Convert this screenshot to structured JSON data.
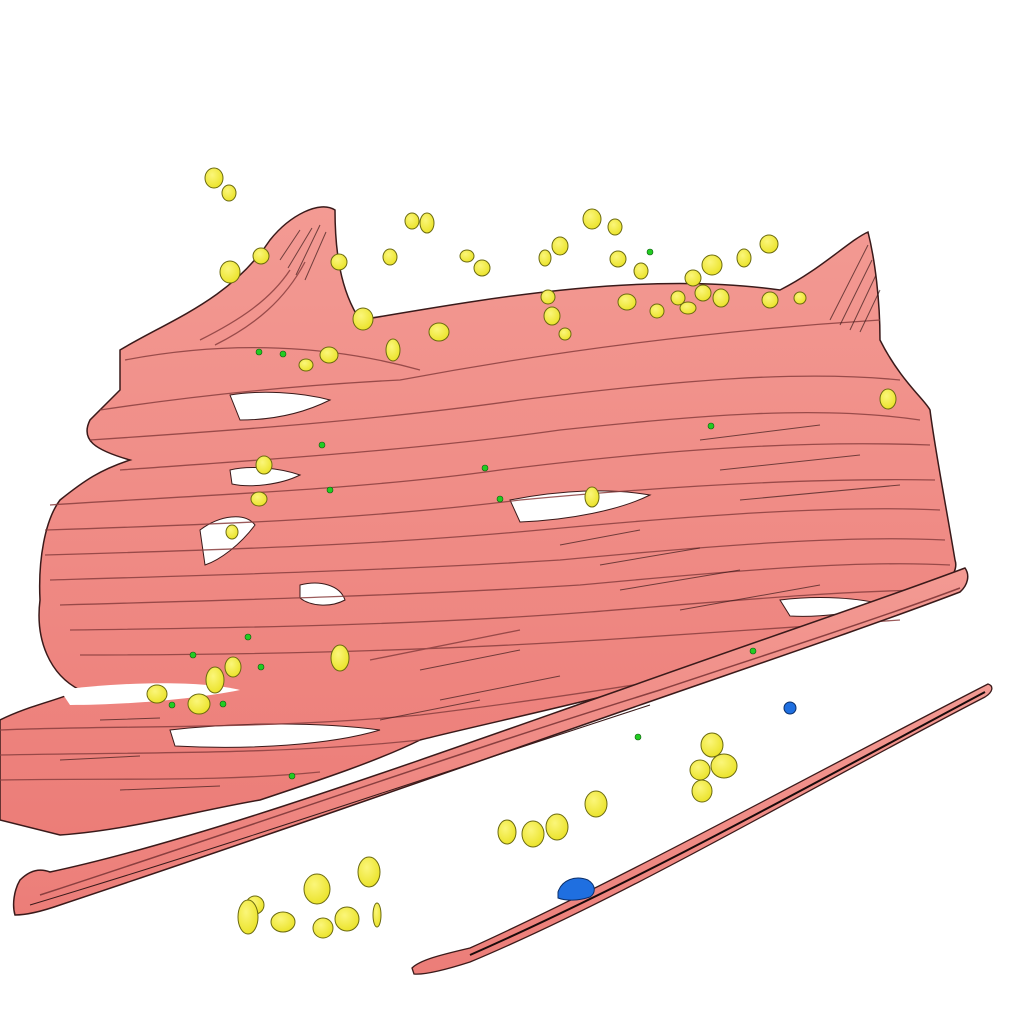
{
  "scene": {
    "background": "#ffffff",
    "colors": {
      "membrane": "#f08080",
      "membrane_dark": "#b35a5a",
      "outline": "#3a1a1a",
      "granule": "#f5f03c",
      "granule_outline": "#6b6a10",
      "small_particle": "#22cc22",
      "blue_particle": "#1f6fe0"
    },
    "objects": [
      "membrane-stack",
      "lower-sheath",
      "thin-sheet",
      "yellow-granules",
      "green-particles",
      "blue-particles"
    ]
  }
}
